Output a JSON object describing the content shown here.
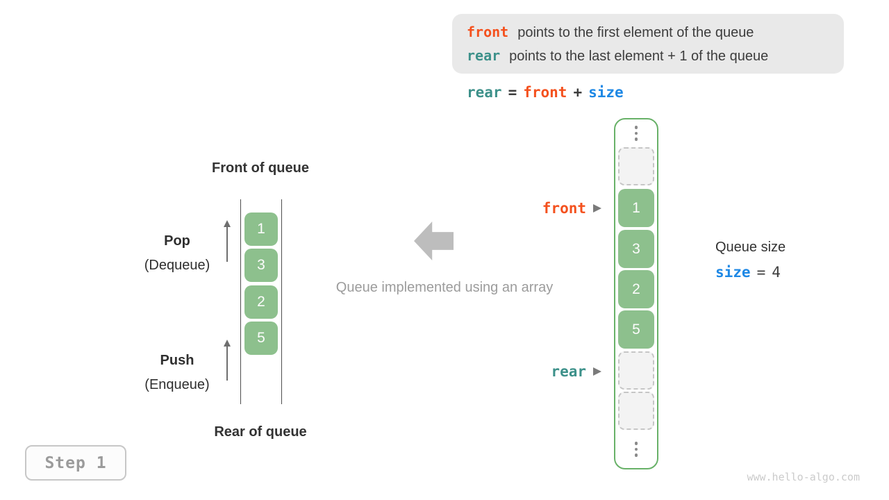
{
  "legend": {
    "rows": [
      {
        "term": "front",
        "text": "points to the first element of the queue"
      },
      {
        "term": "rear",
        "text": "points to the last element + 1 of the queue"
      }
    ]
  },
  "formula": {
    "tokens": [
      {
        "text": "rear",
        "color": "#3d918a"
      },
      {
        "text": "=",
        "color": "#3d3d3d"
      },
      {
        "text": "front",
        "color": "#f4511e"
      },
      {
        "text": "+",
        "color": "#3d3d3d"
      },
      {
        "text": "size",
        "color": "#1e88e5"
      }
    ]
  },
  "left_queue": {
    "front_title": "Front of queue",
    "rear_title": "Rear of queue",
    "pop": {
      "label": "Pop",
      "sub": "(Dequeue)"
    },
    "push": {
      "label": "Push",
      "sub": "(Enqueue)"
    },
    "values": [
      "1",
      "3",
      "2",
      "5"
    ]
  },
  "center": {
    "caption": "Queue implemented using an array"
  },
  "array_view": {
    "cells": [
      {
        "type": "ellipsis"
      },
      {
        "type": "empty"
      },
      {
        "type": "value",
        "value": "1"
      },
      {
        "type": "value",
        "value": "3"
      },
      {
        "type": "value",
        "value": "2"
      },
      {
        "type": "value",
        "value": "5"
      },
      {
        "type": "empty"
      },
      {
        "type": "empty"
      },
      {
        "type": "ellipsis"
      }
    ],
    "pointers": [
      {
        "label": "front",
        "color": "#f4511e"
      },
      {
        "label": "rear",
        "color": "#3d918a"
      }
    ]
  },
  "size_info": {
    "title": "Queue size",
    "variable": "size",
    "equals": "=",
    "value": "4"
  },
  "step_badge": {
    "label": "Step 1"
  },
  "watermark": {
    "text": "www.hello-algo.com"
  },
  "colors": {
    "orange": "#f4511e",
    "teal": "#3d918a",
    "blue": "#1e88e5",
    "cell_green": "#8dc08d",
    "array_border_green": "#68b168",
    "legend_bg": "#e9e9e9",
    "text_dark": "#3d3d3d",
    "muted_gray": "#9c9c9c"
  }
}
